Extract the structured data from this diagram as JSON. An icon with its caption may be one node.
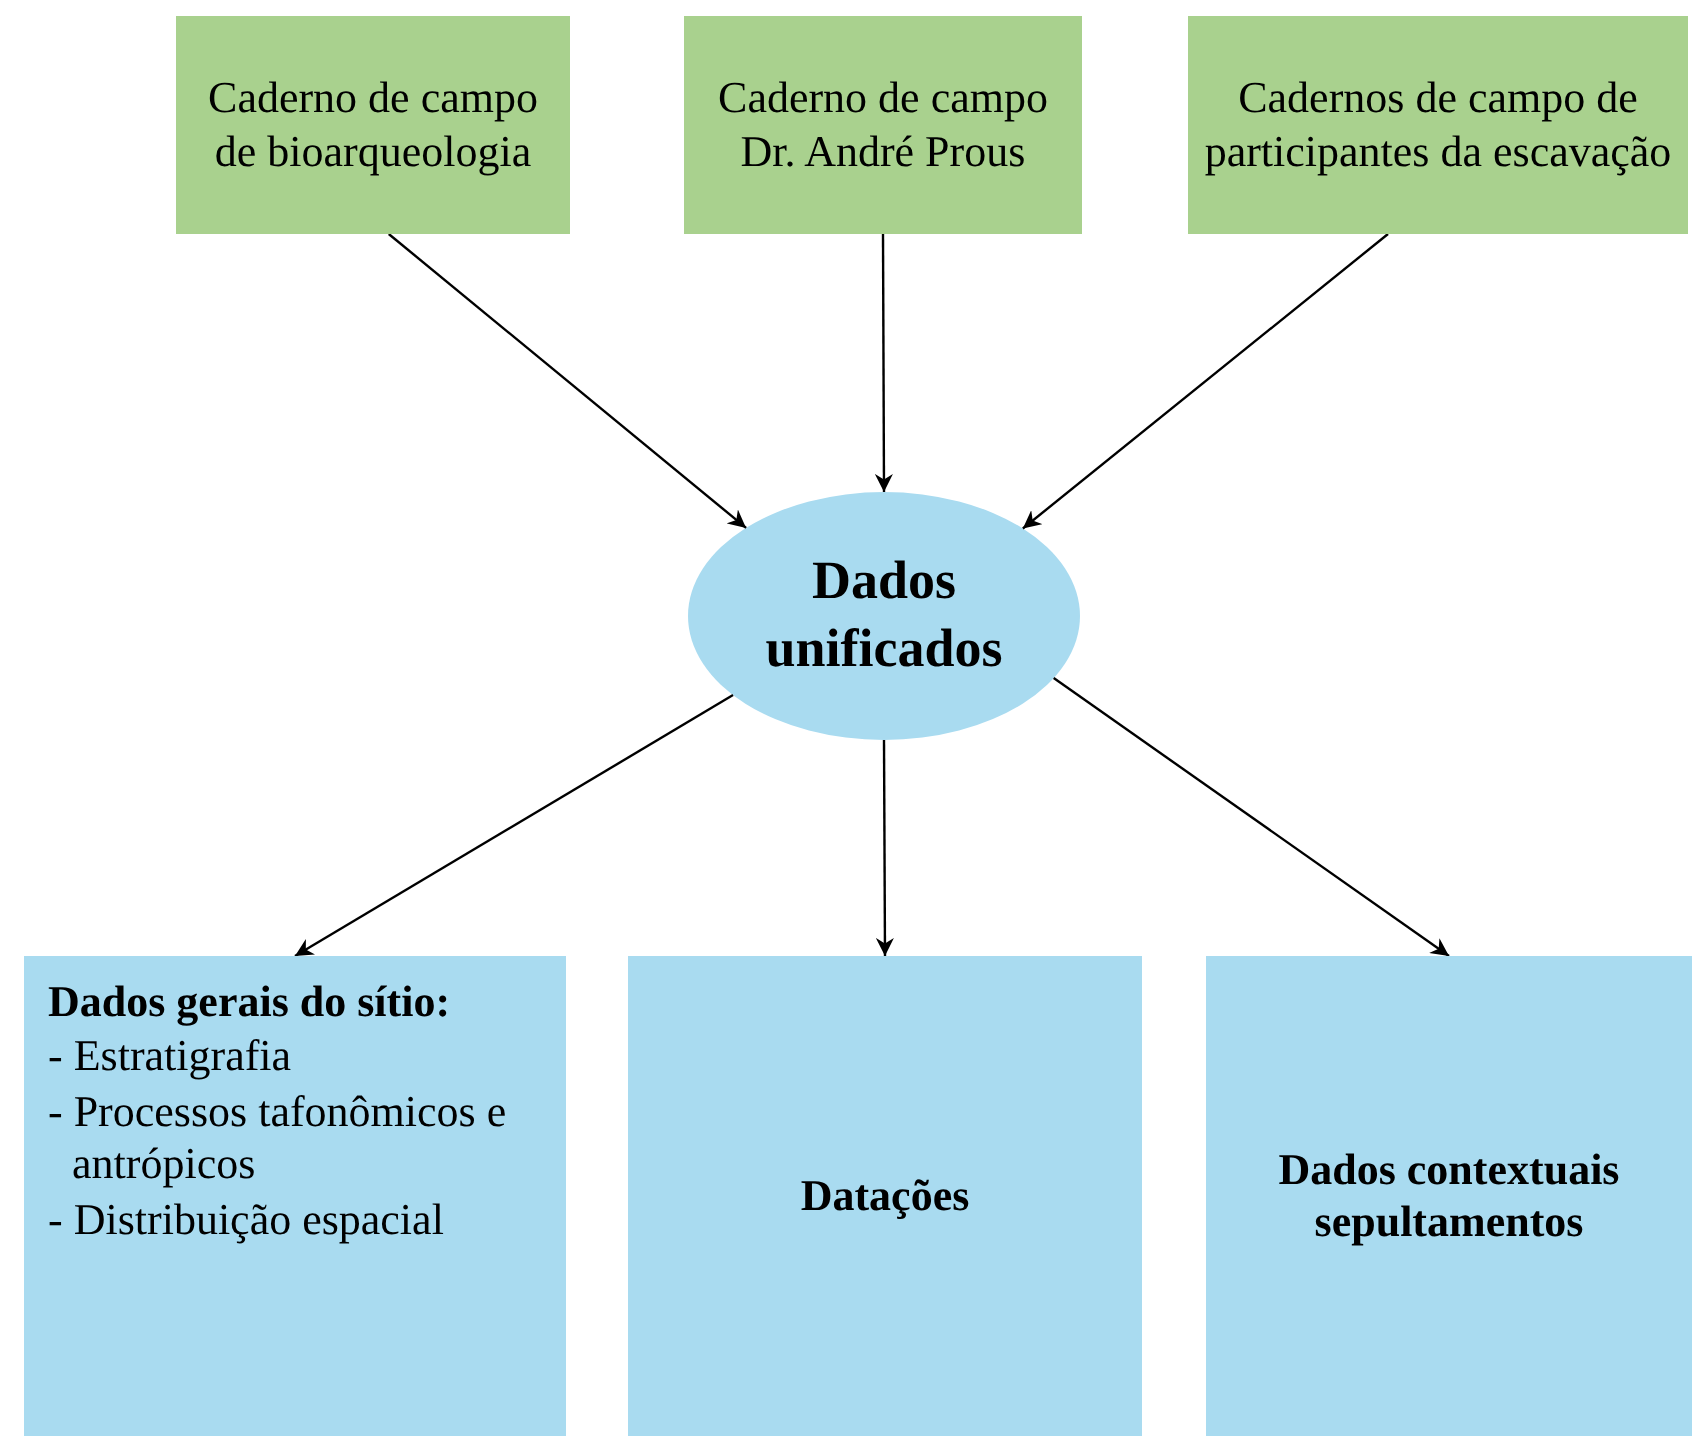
{
  "diagram": {
    "nodes": [
      {
        "text": [
          "Caderno de campo de bioarqueologia"
        ]
      },
      {
        "text": [
          "Caderno de campo Dr. André Prous"
        ]
      },
      {
        "text": [
          "Cadernos de campo de participantes da escavação"
        ]
      },
      {
        "text": [
          "Dados unificados"
        ]
      },
      {
        "text": [
          "Dados gerais do sítio:",
          "- Estratigrafia",
          "- Processos tafonômicos e antrópicos",
          "- Distribuição espacial"
        ]
      },
      {
        "text": [
          "Datações"
        ]
      },
      {
        "text": [
          "Dados contextuais sepultamentos"
        ]
      }
    ],
    "edges": [
      {
        "from": 0,
        "to": 3,
        "arrow": "to"
      },
      {
        "from": 1,
        "to": 3,
        "arrow": "to"
      },
      {
        "from": 2,
        "to": 3,
        "arrow": "to"
      },
      {
        "from": 3,
        "to": 4,
        "arrow": "to"
      },
      {
        "from": 3,
        "to": 5,
        "arrow": "to"
      },
      {
        "from": 3,
        "to": 6,
        "arrow": "to"
      }
    ]
  }
}
